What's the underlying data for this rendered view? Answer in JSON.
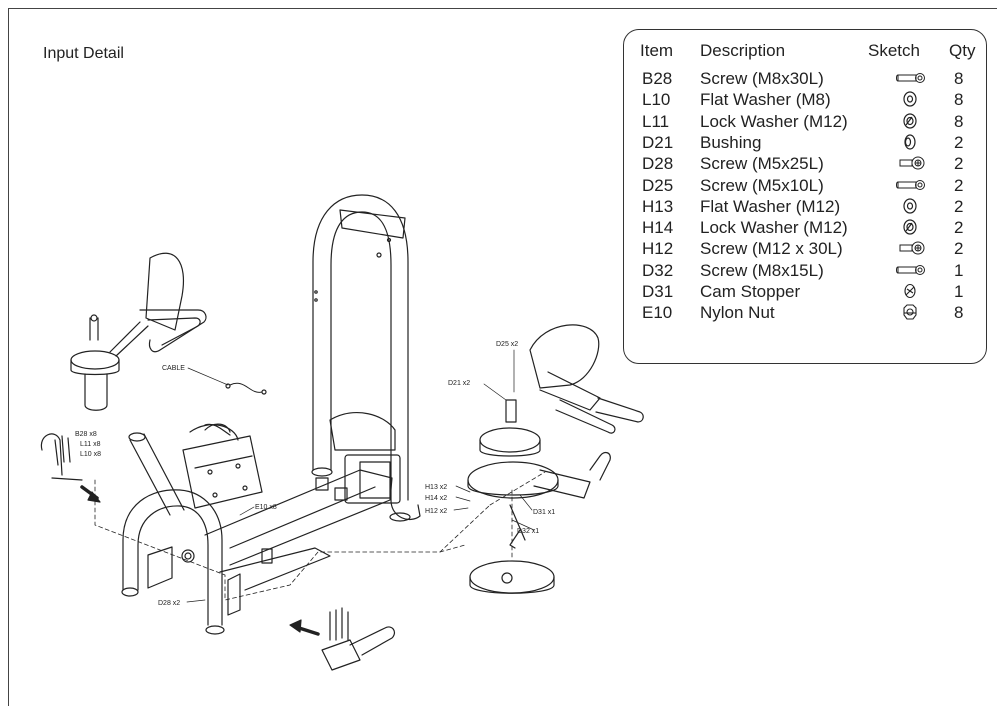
{
  "title": "Input Detail",
  "parts_table": {
    "headers": {
      "item": "Item",
      "description": "Description",
      "sketch": "Sketch",
      "qty": "Qty"
    },
    "rows": [
      {
        "item": "B28",
        "description": "Screw (M8x30L)",
        "sketch": "screw-long-icon",
        "qty": "8"
      },
      {
        "item": "L10",
        "description": "Flat Washer (M8)",
        "sketch": "flat-washer-icon",
        "qty": "8"
      },
      {
        "item": "L11",
        "description": "Lock Washer (M12)",
        "sketch": "lock-washer-icon",
        "qty": "8"
      },
      {
        "item": "D21",
        "description": "Bushing",
        "sketch": "bushing-icon",
        "qty": "2"
      },
      {
        "item": "D28",
        "description": "Screw (M5x25L)",
        "sketch": "screw-short-icon",
        "qty": "2"
      },
      {
        "item": "D25",
        "description": "Screw (M5x10L)",
        "sketch": "screw-long-icon",
        "qty": "2"
      },
      {
        "item": "H13",
        "description": "Flat Washer (M12)",
        "sketch": "flat-washer-icon",
        "qty": "2"
      },
      {
        "item": "H14",
        "description": "Lock Washer (M12)",
        "sketch": "lock-washer-icon",
        "qty": "2"
      },
      {
        "item": "H12",
        "description": "Screw (M12 x 30L)",
        "sketch": "screw-short-icon",
        "qty": "2"
      },
      {
        "item": "D32",
        "description": "Screw (M8x15L)",
        "sketch": "screw-long-icon",
        "qty": "1"
      },
      {
        "item": "D31",
        "description": "Cam Stopper",
        "sketch": "cam-stopper-icon",
        "qty": "1"
      },
      {
        "item": "E10",
        "description": "Nylon Nut",
        "sketch": "nylon-nut-icon",
        "qty": "8"
      }
    ]
  },
  "callouts": {
    "cable": "CABLE",
    "b28": "B28 x8",
    "l11": "L11 x8",
    "l10": "L10 x8",
    "e10": "E10 x8",
    "d28": "D28 x2",
    "d25": "D25 x2",
    "d21": "D21 x2",
    "h13": "H13 x2",
    "h14": "H14 x2",
    "h12": "H12 x2",
    "d31": "D31 x1",
    "d32": "D32 x1"
  },
  "colors": {
    "line": "#222222",
    "border": "#333333",
    "text": "#222222"
  }
}
